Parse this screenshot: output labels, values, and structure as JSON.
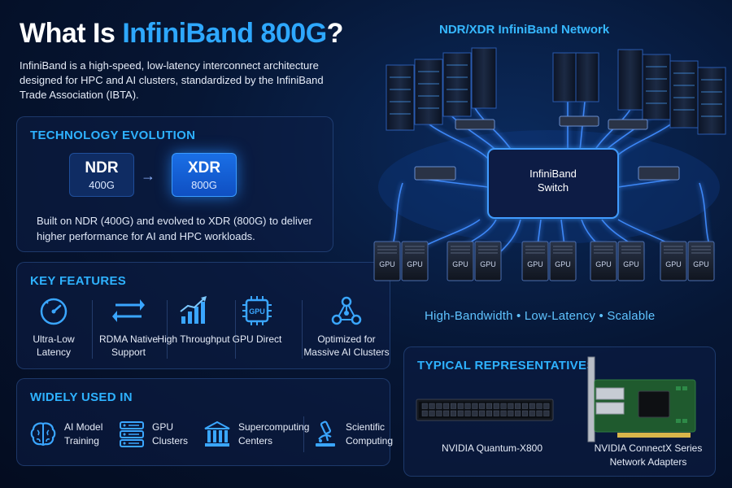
{
  "header": {
    "title_prefix": "What Is ",
    "title_accent": "InfiniBand 800G",
    "title_suffix": "?",
    "intro": "InfiniBand is a high-speed, low-latency interconnect architecture designed for HPC and AI clusters, standardized by the InfiniBand Trade Association (IBTA)."
  },
  "evolution": {
    "title": "TECHNOLOGY EVOLUTION",
    "from": {
      "name": "NDR",
      "speed": "400G"
    },
    "to": {
      "name": "XDR",
      "speed": "800G"
    },
    "description": "Built on NDR (400G) and evolved to XDR (800G) to deliver higher performance for AI and HPC workloads."
  },
  "features": {
    "title": "KEY FEATURES",
    "items": [
      {
        "label": "Ultra-Low Latency",
        "icon": "gauge-icon"
      },
      {
        "label": "RDMA Native Support",
        "icon": "swap-arrows-icon"
      },
      {
        "label": "High Throughput",
        "icon": "bar-chart-icon"
      },
      {
        "label": "GPU Direct",
        "icon": "gpu-chip-icon",
        "icon_text": "GPU"
      },
      {
        "label": "Optimized for Massive AI Clusters",
        "icon": "network-nodes-icon"
      }
    ]
  },
  "uses": {
    "title": "WIDELY USED IN",
    "items": [
      {
        "label": "AI Model Training",
        "icon": "brain-icon"
      },
      {
        "label": "GPU Clusters",
        "icon": "server-stack-icon"
      },
      {
        "label": "Supercomputing Centers",
        "icon": "building-icon"
      },
      {
        "label": "Scientific Computing",
        "icon": "microscope-icon"
      }
    ]
  },
  "network": {
    "title": "NDR/XDR InfiniBand Network",
    "switch_label": "InfiniBand Switch",
    "gpu_label": "GPU",
    "tagline": "High-Bandwidth • Low-Latency • Scalable"
  },
  "representatives": {
    "title": "TYPICAL REPRESENTATIVES",
    "items": [
      {
        "label": "NVIDIA Quantum-X800"
      },
      {
        "label": "NVIDIA ConnectX Series Network Adapters"
      }
    ]
  },
  "colors": {
    "accent": "#2ea8ff",
    "background": "#061634",
    "glow": "#1f7bff"
  }
}
